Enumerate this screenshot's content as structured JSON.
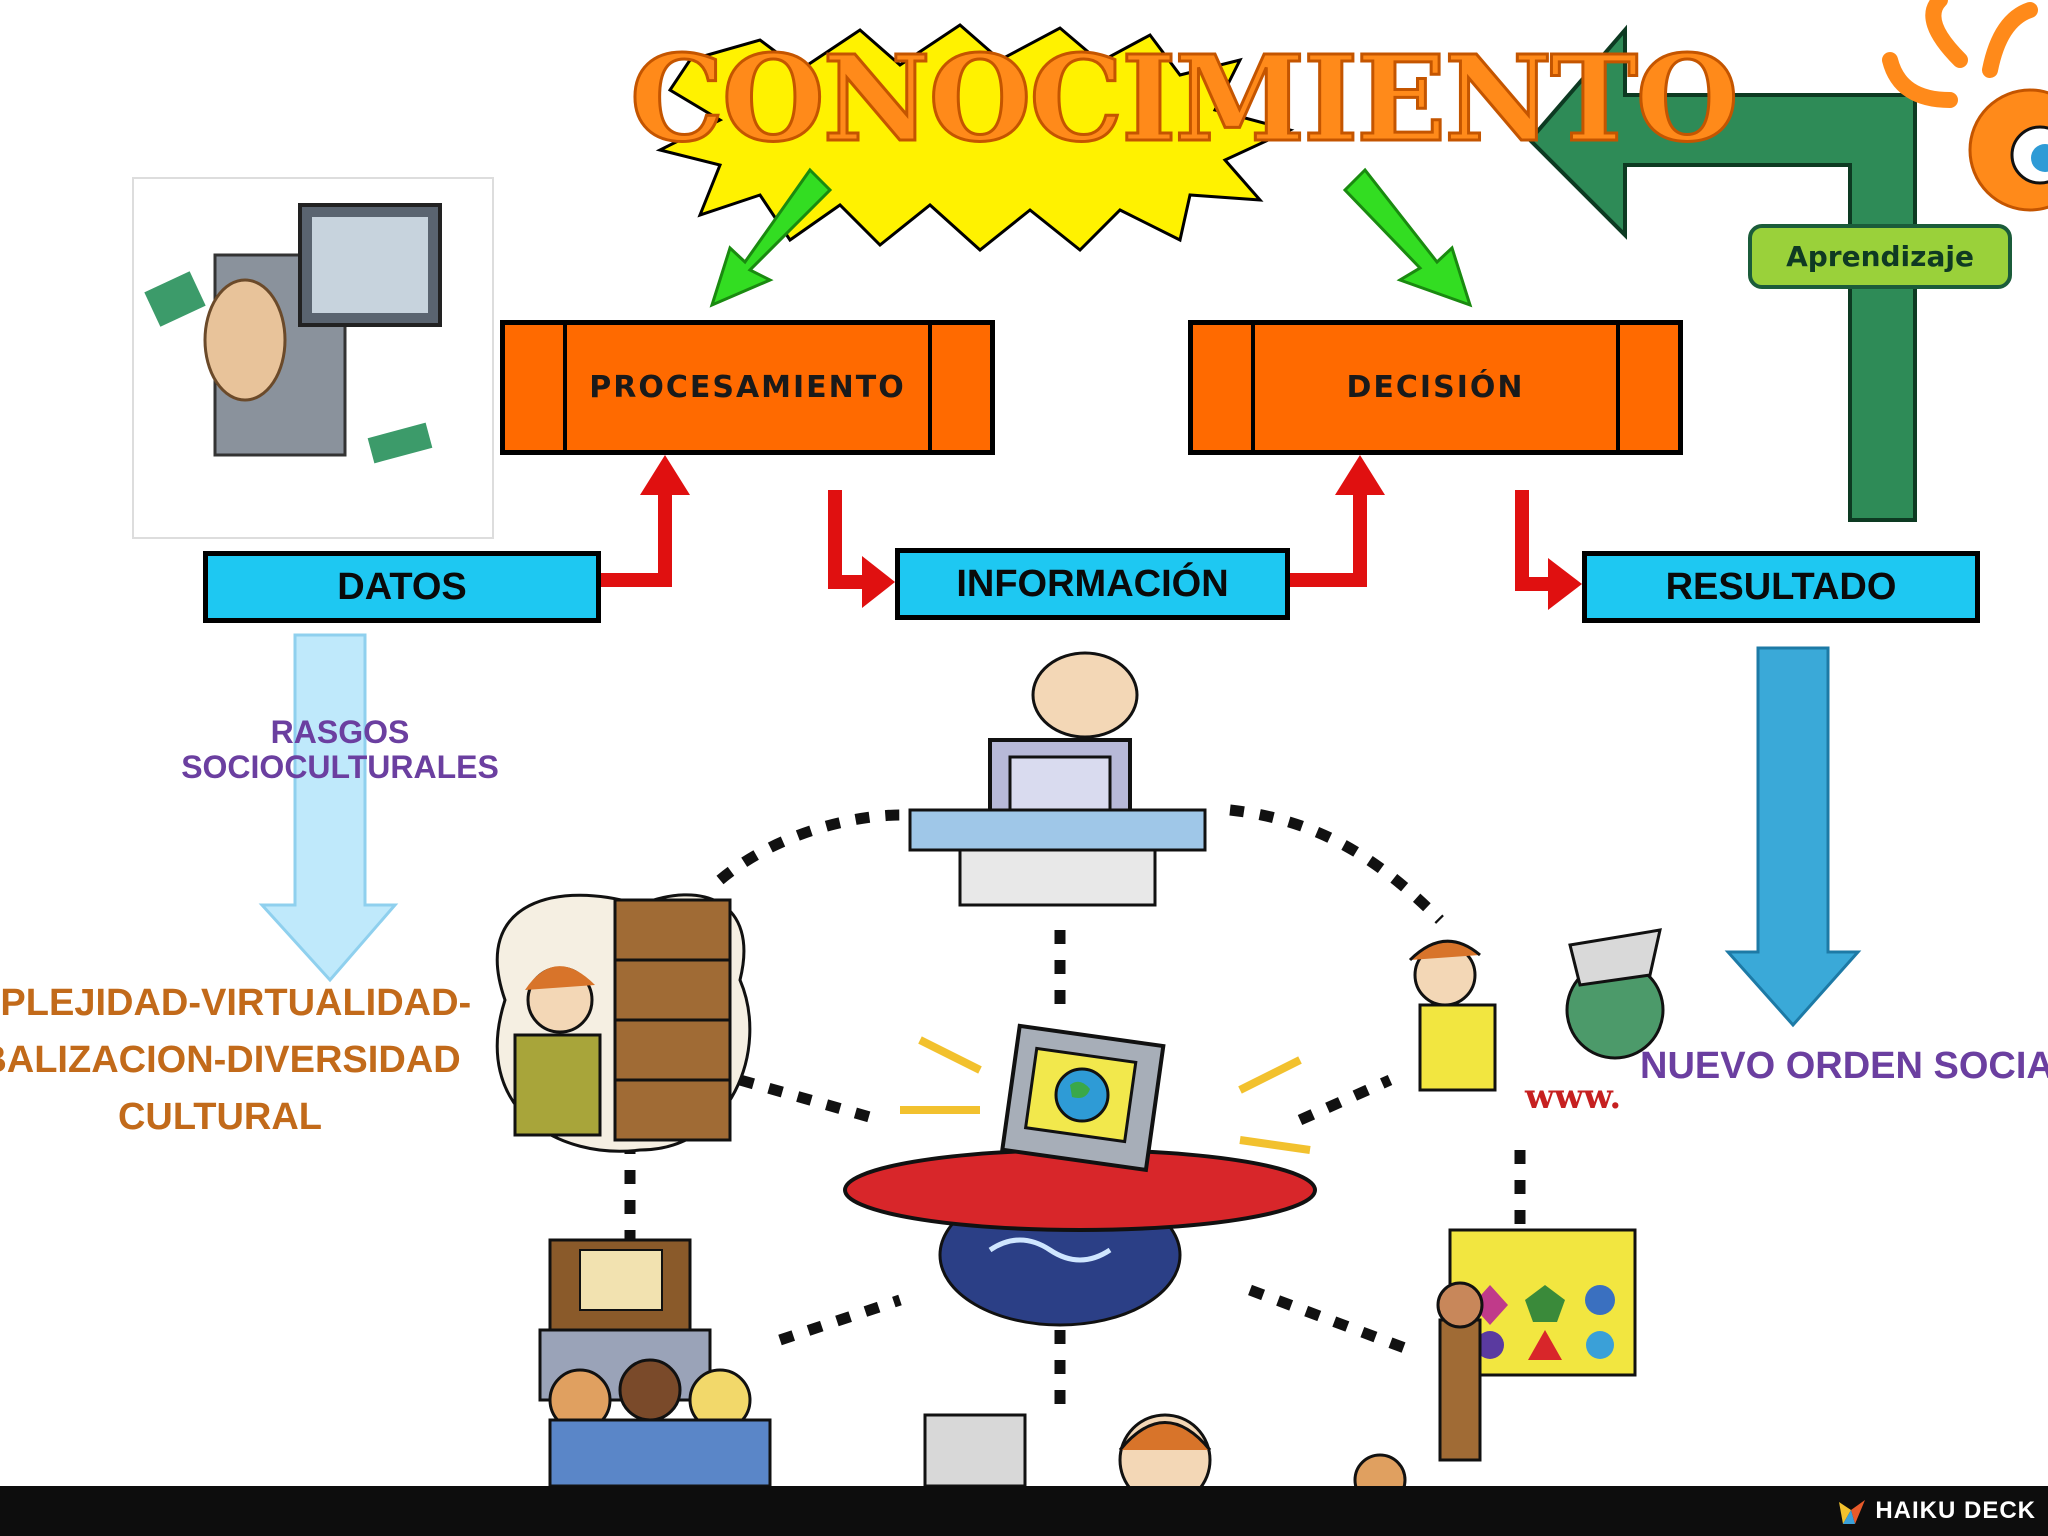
{
  "title": "CONOCIMIENTO",
  "boxes": {
    "procesamiento": "PROCESAMIENTO",
    "decision": "DECISIÓN",
    "datos": "DATOS",
    "informacion": "INFORMACIÓN",
    "resultado": "RESULTADO"
  },
  "aprendizaje": "Aprendizaje",
  "rasgos": {
    "line1": "RASGOS",
    "line2": "SOCIOCULTURALES"
  },
  "complejidad": {
    "line1": "MPLEJIDAD-VIRTUALIDAD-",
    "line2": "BALIZACION-DIVERSIDAD",
    "line3": "CULTURAL"
  },
  "nuevo_orden": "NUEVO ORDEN SOCIAL",
  "footer": {
    "brand": "HAIKU DECK"
  },
  "colors": {
    "orange": "#ff6a00",
    "cyan": "#1ec8f2",
    "green_arrow": "#2e8b57",
    "red_arrow": "#e01010",
    "lime_arrow": "#33dd22"
  }
}
